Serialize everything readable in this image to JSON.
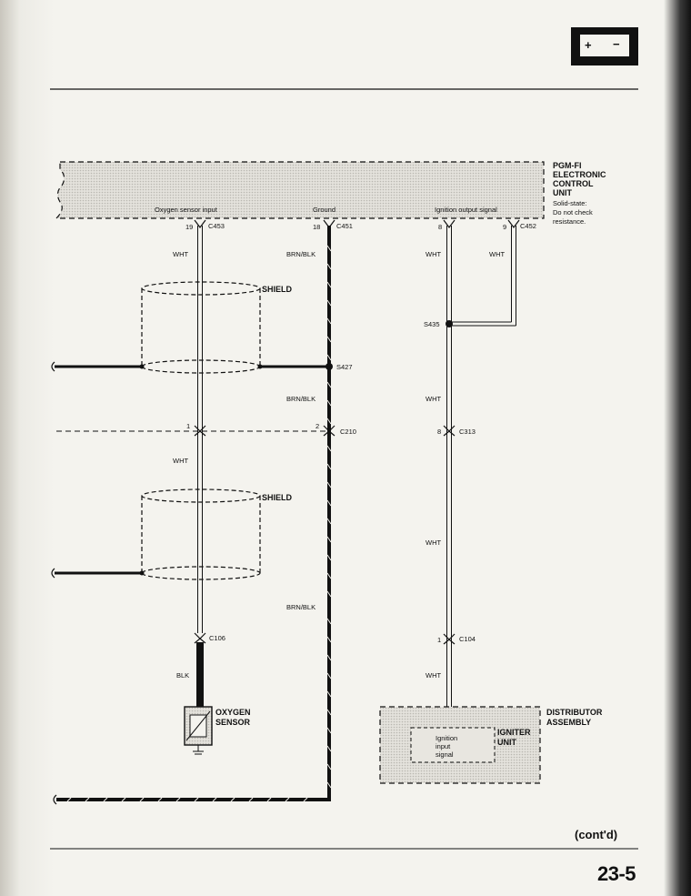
{
  "ecu": {
    "title_lines": [
      "PGM-FI",
      "ELECTRONIC",
      "CONTROL",
      "UNIT"
    ],
    "note_lines": [
      "Solid-state:",
      "Do not check",
      "resistance."
    ],
    "signals": {
      "oxygen": "Oxygen sensor input",
      "ground": "Ground",
      "ignition": "Ignition output signal"
    },
    "pins": {
      "oxygen": "19",
      "ground": "18",
      "ign1": "8",
      "ign2": "9"
    },
    "connectors": {
      "oxygen": "C453",
      "ground": "C451",
      "ign": "C452"
    }
  },
  "wires": {
    "o2_upper": "WHT",
    "o2_middle": "WHT",
    "o2_lower": "BLK",
    "ground_1": "BRN/BLK",
    "ground_2": "BRN/BLK",
    "ground_3": "BRN/BLK",
    "ign_left": "WHT",
    "ign_right": "WHT",
    "ign_after_splice": "WHT",
    "ign_mid": "WHT",
    "ign_lower": "WHT"
  },
  "shields": {
    "upper": "SHIELD",
    "lower": "SHIELD"
  },
  "splices": {
    "s427": "S427",
    "s435": "S435"
  },
  "inline_connectors": {
    "c210": {
      "name": "C210",
      "pin_o2": "1",
      "pin_gnd": "2"
    },
    "c313": {
      "name": "C313",
      "pin": "8"
    },
    "c106": {
      "name": "C106"
    },
    "c104": {
      "name": "C104",
      "pin": "1"
    }
  },
  "oxygen_sensor": {
    "lines": [
      "OXYGEN",
      "SENSOR"
    ]
  },
  "distributor": {
    "title_lines": [
      "DISTRIBUTOR",
      "ASSEMBLY"
    ],
    "igniter_lines": [
      "IGNITER",
      "UNIT"
    ],
    "input_lines": [
      "Ignition",
      "input",
      "signal"
    ]
  },
  "footer": {
    "cont": "(cont'd)",
    "page_number": "23-5"
  },
  "battery_icon": "battery-icon",
  "colors": {
    "ink": "#111111",
    "shade": "#cfcdc6",
    "paper": "#f4f3ee"
  }
}
